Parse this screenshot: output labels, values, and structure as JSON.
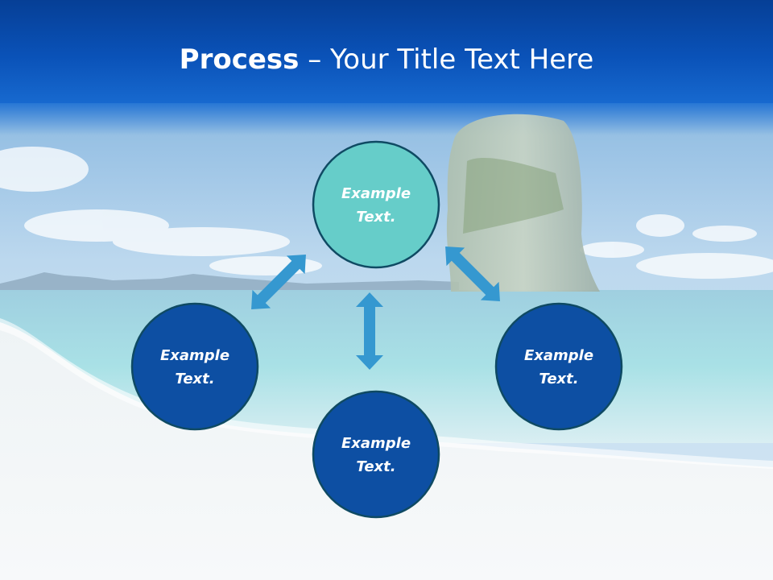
{
  "slide": {
    "title_bold": "Process",
    "title_dash": " – ",
    "title_rest": "Your Title Text Here"
  },
  "colors": {
    "header": "#0a52b8",
    "node_top_fill": "#66cdc9",
    "node_fill": "#0d4fa3",
    "node_stroke": "#0f4a63",
    "arrow": "#3598d0"
  },
  "nodes": {
    "top": {
      "line1": "Example",
      "line2": "Text."
    },
    "left": {
      "line1": "Example",
      "line2": "Text."
    },
    "right": {
      "line1": "Example",
      "line2": "Text."
    },
    "bottom": {
      "line1": "Example",
      "line2": "Text."
    }
  },
  "icons": [
    "double-arrow-icon"
  ]
}
